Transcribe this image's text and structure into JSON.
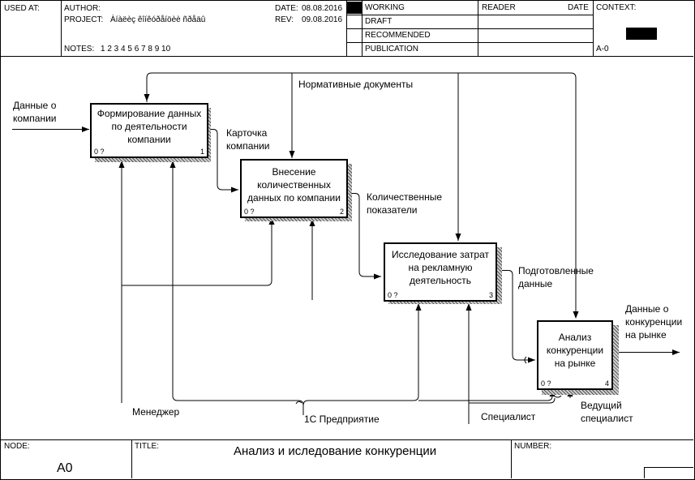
{
  "header": {
    "used_at": "USED AT:",
    "author_label": "AUTHOR:",
    "project_label": "PROJECT:",
    "project_value": "Àíàëèç êîíêóðåíöèè ñðåäû",
    "date_label": "DATE:",
    "date_value": "08.08.2016",
    "rev_label": "REV:",
    "rev_value": "09.08.2016",
    "notes_label": "NOTES:",
    "notes_values": "1  2  3  4  5  6  7  8  9  10",
    "status": [
      "WORKING",
      "DRAFT",
      "RECOMMENDED",
      "PUBLICATION"
    ],
    "reader": "READER",
    "date2": "DATE",
    "context": "CONTEXT:",
    "node_ref": "A-0"
  },
  "diagram": {
    "boxes": [
      {
        "title": "Формирование данных\nпо деятельности\nкомпании",
        "cost": "0 ?",
        "num": "1"
      },
      {
        "title": "Внесение\nколичественных\nданных по компании",
        "cost": "0 ?",
        "num": "2"
      },
      {
        "title": "Исследование затрат\nна рекламную\nдеятельность",
        "cost": "0 ?",
        "num": "3"
      },
      {
        "title": "Анализ\nконкуренции\nна рынке",
        "cost": "0 ?",
        "num": "4"
      }
    ],
    "labels": {
      "input_data": "Данные о\nкомпании",
      "norm_docs": "Нормативные документы",
      "card": "Карточка\nкомпании",
      "quant": "Количественные\nпоказатели",
      "prepared": "Подготовленные\nданные",
      "output": "Данные о\nконкуренции\nна рынке",
      "manager": "Менеджер",
      "onec": "1С Предприятие",
      "specialist": "Специалист",
      "lead_specialist": "Ведущий\nспециалист"
    }
  },
  "footer": {
    "node_label": "NODE:",
    "node_value": "A0",
    "title_label": "TITLE:",
    "title_value": "Анализ и иследование конкуренции",
    "number_label": "NUMBER:"
  }
}
